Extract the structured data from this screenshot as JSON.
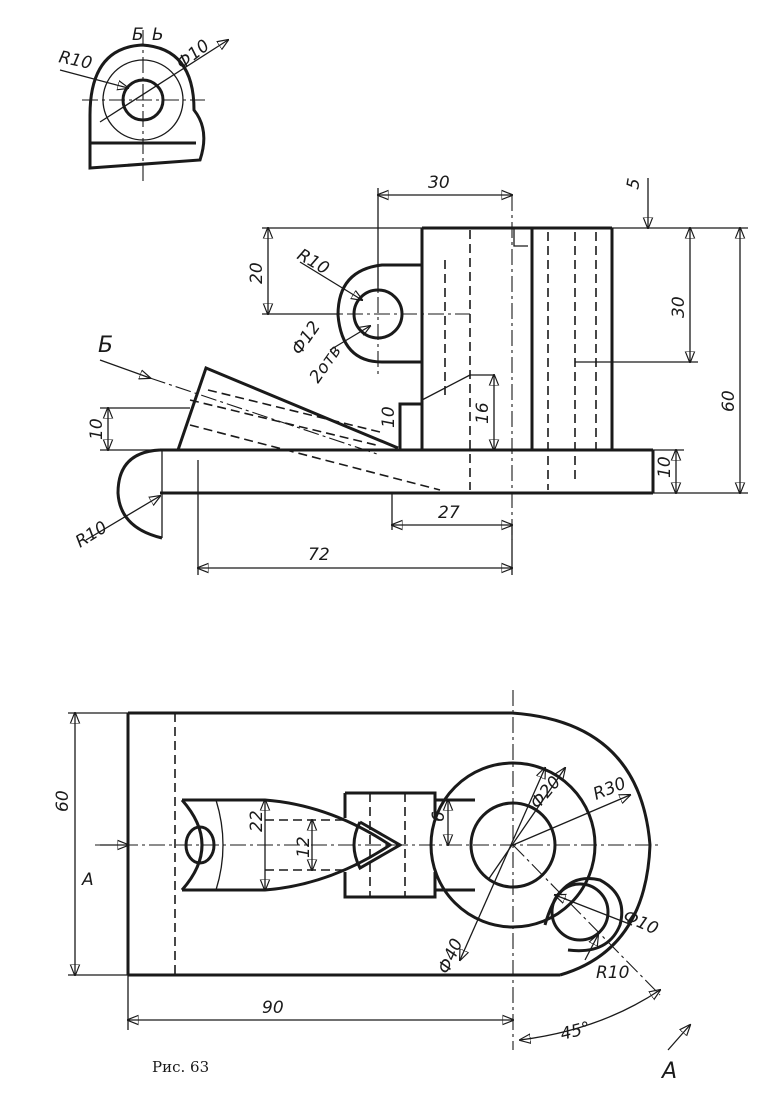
{
  "caption": "Рис. 63",
  "section_view": {
    "letters": [
      "Б",
      "Ь"
    ],
    "labels": {
      "radius": "R10",
      "diameter": "Ф10"
    }
  },
  "front_view": {
    "section_arrow": "Б",
    "hole_label": [
      "Ф12",
      "2отв"
    ],
    "dims": {
      "top_width": "30",
      "right_gap": "5",
      "lug_height": "20",
      "lug_radius": "R10",
      "tube_height": "30",
      "overall_height": "60",
      "rib_height": "10",
      "slope_height": "10",
      "inner_height": "16",
      "base_thickness": "10",
      "base_radius": "R10",
      "slot_length": "27",
      "length": "72"
    }
  },
  "top_view": {
    "dims": {
      "width": "60",
      "length": "90",
      "inner_diameter": "Ф20",
      "outer_radius": "R30",
      "boss_diameter": "Ф40",
      "small_hole": "Ф10",
      "small_radius": "R10",
      "angle": "45°",
      "slot_width": "22",
      "slot_inner": "12",
      "rib_thickness": "6"
    },
    "section_mark": "A"
  }
}
